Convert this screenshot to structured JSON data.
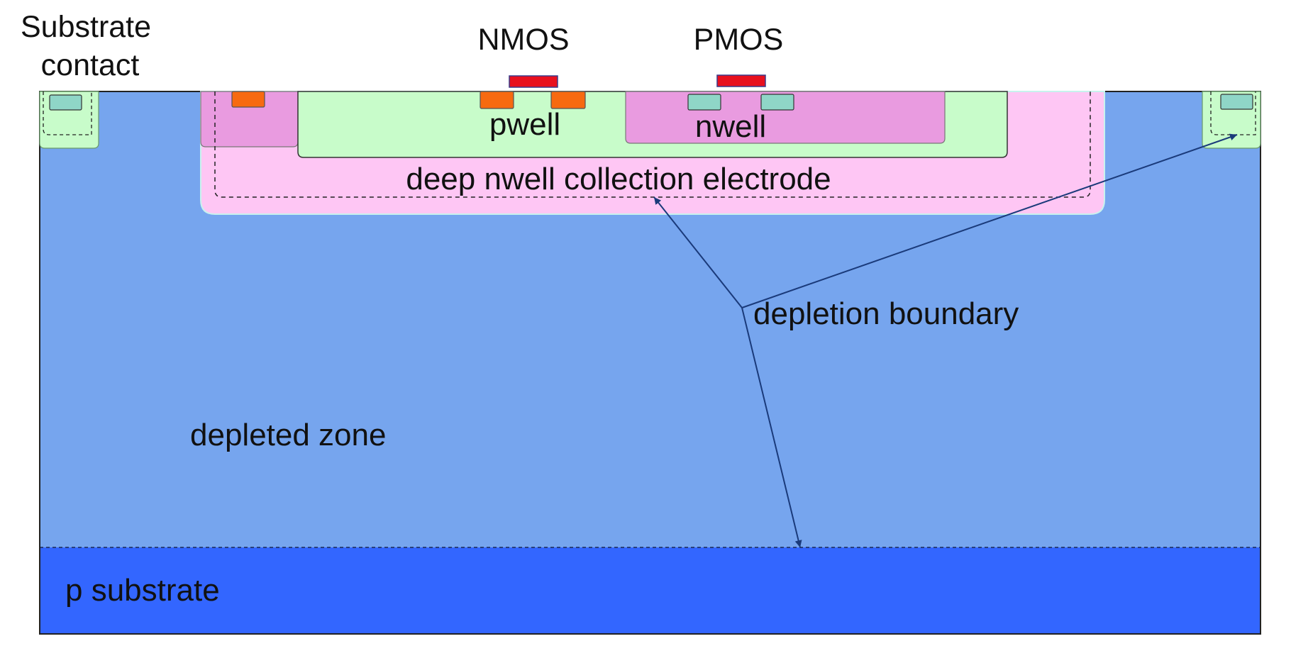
{
  "labels": {
    "substrate_contact": [
      "Substrate",
      "contact"
    ],
    "nmos": "NMOS",
    "pmos": "PMOS",
    "pwell": "pwell",
    "nwell": "nwell",
    "deep_nwell": "deep nwell collection electrode",
    "depletion_boundary": "depletion boundary",
    "depleted_zone": "depleted zone",
    "p_substrate": "p substrate"
  },
  "colors": {
    "depleted_zone": "#76a5ee",
    "p_substrate": "#3366ff",
    "deep_nwell": "#fec6f4",
    "pwell": "#c8fcca",
    "nwell": "#e99be0",
    "substrate_contact_well": "#c8fcca",
    "n_plus_diffusion": "#f76a10",
    "p_plus_diffusion": "#8fd6c7",
    "gate": "#e8101e",
    "arrow": "#1a3a7a",
    "outline": "#333333"
  },
  "icons": {
    "arrowheads": "arrow-head-icon"
  }
}
